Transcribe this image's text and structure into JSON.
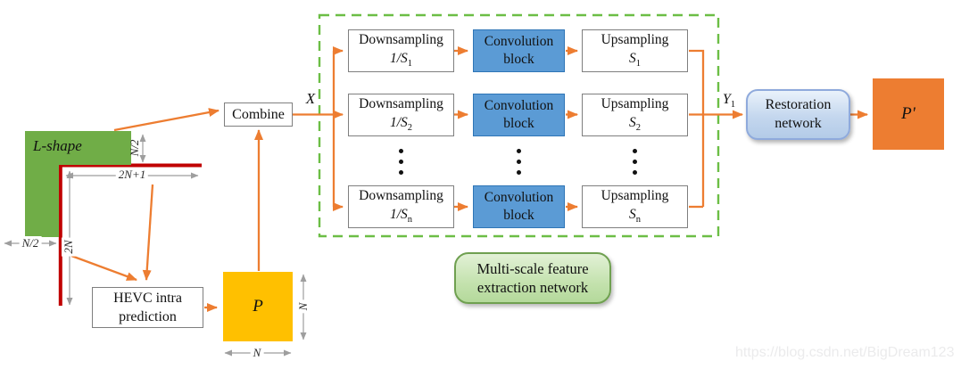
{
  "colors": {
    "arrow_orange": "#ED7D31",
    "block_green": "#70AD47",
    "reference_line_red": "#C00000",
    "conv_block_blue": "#5B9BD5",
    "conv_block_border": "#2E75B6",
    "p_block_yellow": "#FFC000",
    "p_prime_orange": "#ED7D31",
    "dashed_border_green": "#6CBE45",
    "restoration_fill": "#C4D7EE",
    "restoration_border": "#8FAADC",
    "caption_fill": "#C4E2AE",
    "caption_border": "#6FA050",
    "dimension_gray": "#9E9E9E"
  },
  "left": {
    "l_shape_label": "L-shape",
    "dim_n2_top": "N/2",
    "dim_2n_plus_1": "2N+1",
    "dim_2n": "2N",
    "dim_n2_bottom": "N/2",
    "hevc_line1": "HEVC intra",
    "hevc_line2": "prediction",
    "p_label": "P",
    "p_dim_right": "N",
    "p_dim_bottom": "N",
    "combine_label": "Combine",
    "x_label": "X"
  },
  "msfe": {
    "rows": [
      {
        "down_line1": "Downsampling",
        "down_base": "1/S",
        "down_sub": "1",
        "conv_line1": "Convolution",
        "conv_line2": "block",
        "up_line1": "Upsampling",
        "up_base": "S",
        "up_sub": "1"
      },
      {
        "down_line1": "Downsampling",
        "down_base": "1/S",
        "down_sub": "2",
        "conv_line1": "Convolution",
        "conv_line2": "block",
        "up_line1": "Upsampling",
        "up_base": "S",
        "up_sub": "2"
      },
      {
        "down_line1": "Downsampling",
        "down_base": "1/S",
        "down_sub": "n",
        "conv_line1": "Convolution",
        "conv_line2": "block",
        "up_line1": "Upsampling",
        "up_base": "S",
        "up_sub": "n"
      }
    ],
    "caption_line1": "Multi-scale feature",
    "caption_line2": "extraction network"
  },
  "output": {
    "y_base": "Y",
    "y_sub": "1",
    "restoration_line1": "Restoration",
    "restoration_line2": "network",
    "p_prime_label": "P'"
  },
  "watermark": "https://blog.csdn.net/BigDream123"
}
